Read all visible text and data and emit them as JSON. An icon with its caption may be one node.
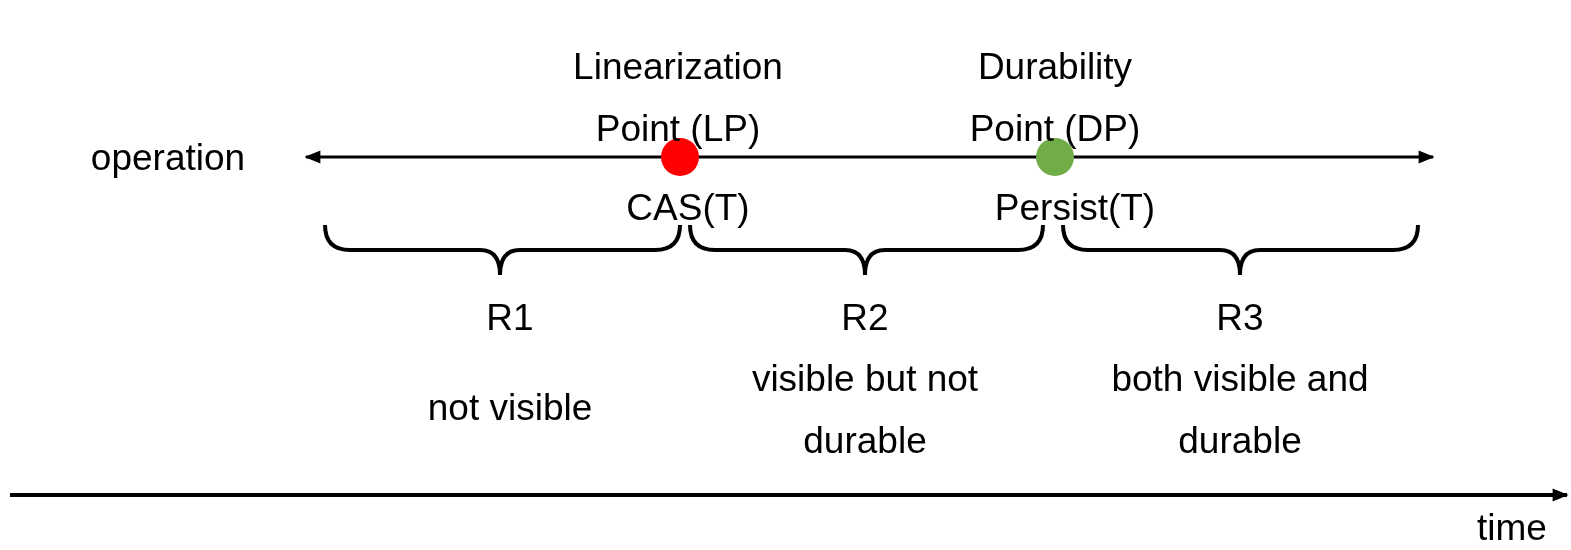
{
  "diagram": {
    "nodes": [
      {
        "text": [],
        "shape": "circle",
        "beside": [
          "Linearization Point (LP)",
          "CAS(T)"
        ]
      },
      {
        "text": [],
        "shape": "circle",
        "beside": [
          "Durability Point (DP)",
          "Persist(T)"
        ]
      }
    ],
    "labels": [
      "operation",
      "R1",
      "not visible",
      "R2",
      "visible but not durable",
      "R3",
      "both visible and durable",
      "time"
    ]
  }
}
